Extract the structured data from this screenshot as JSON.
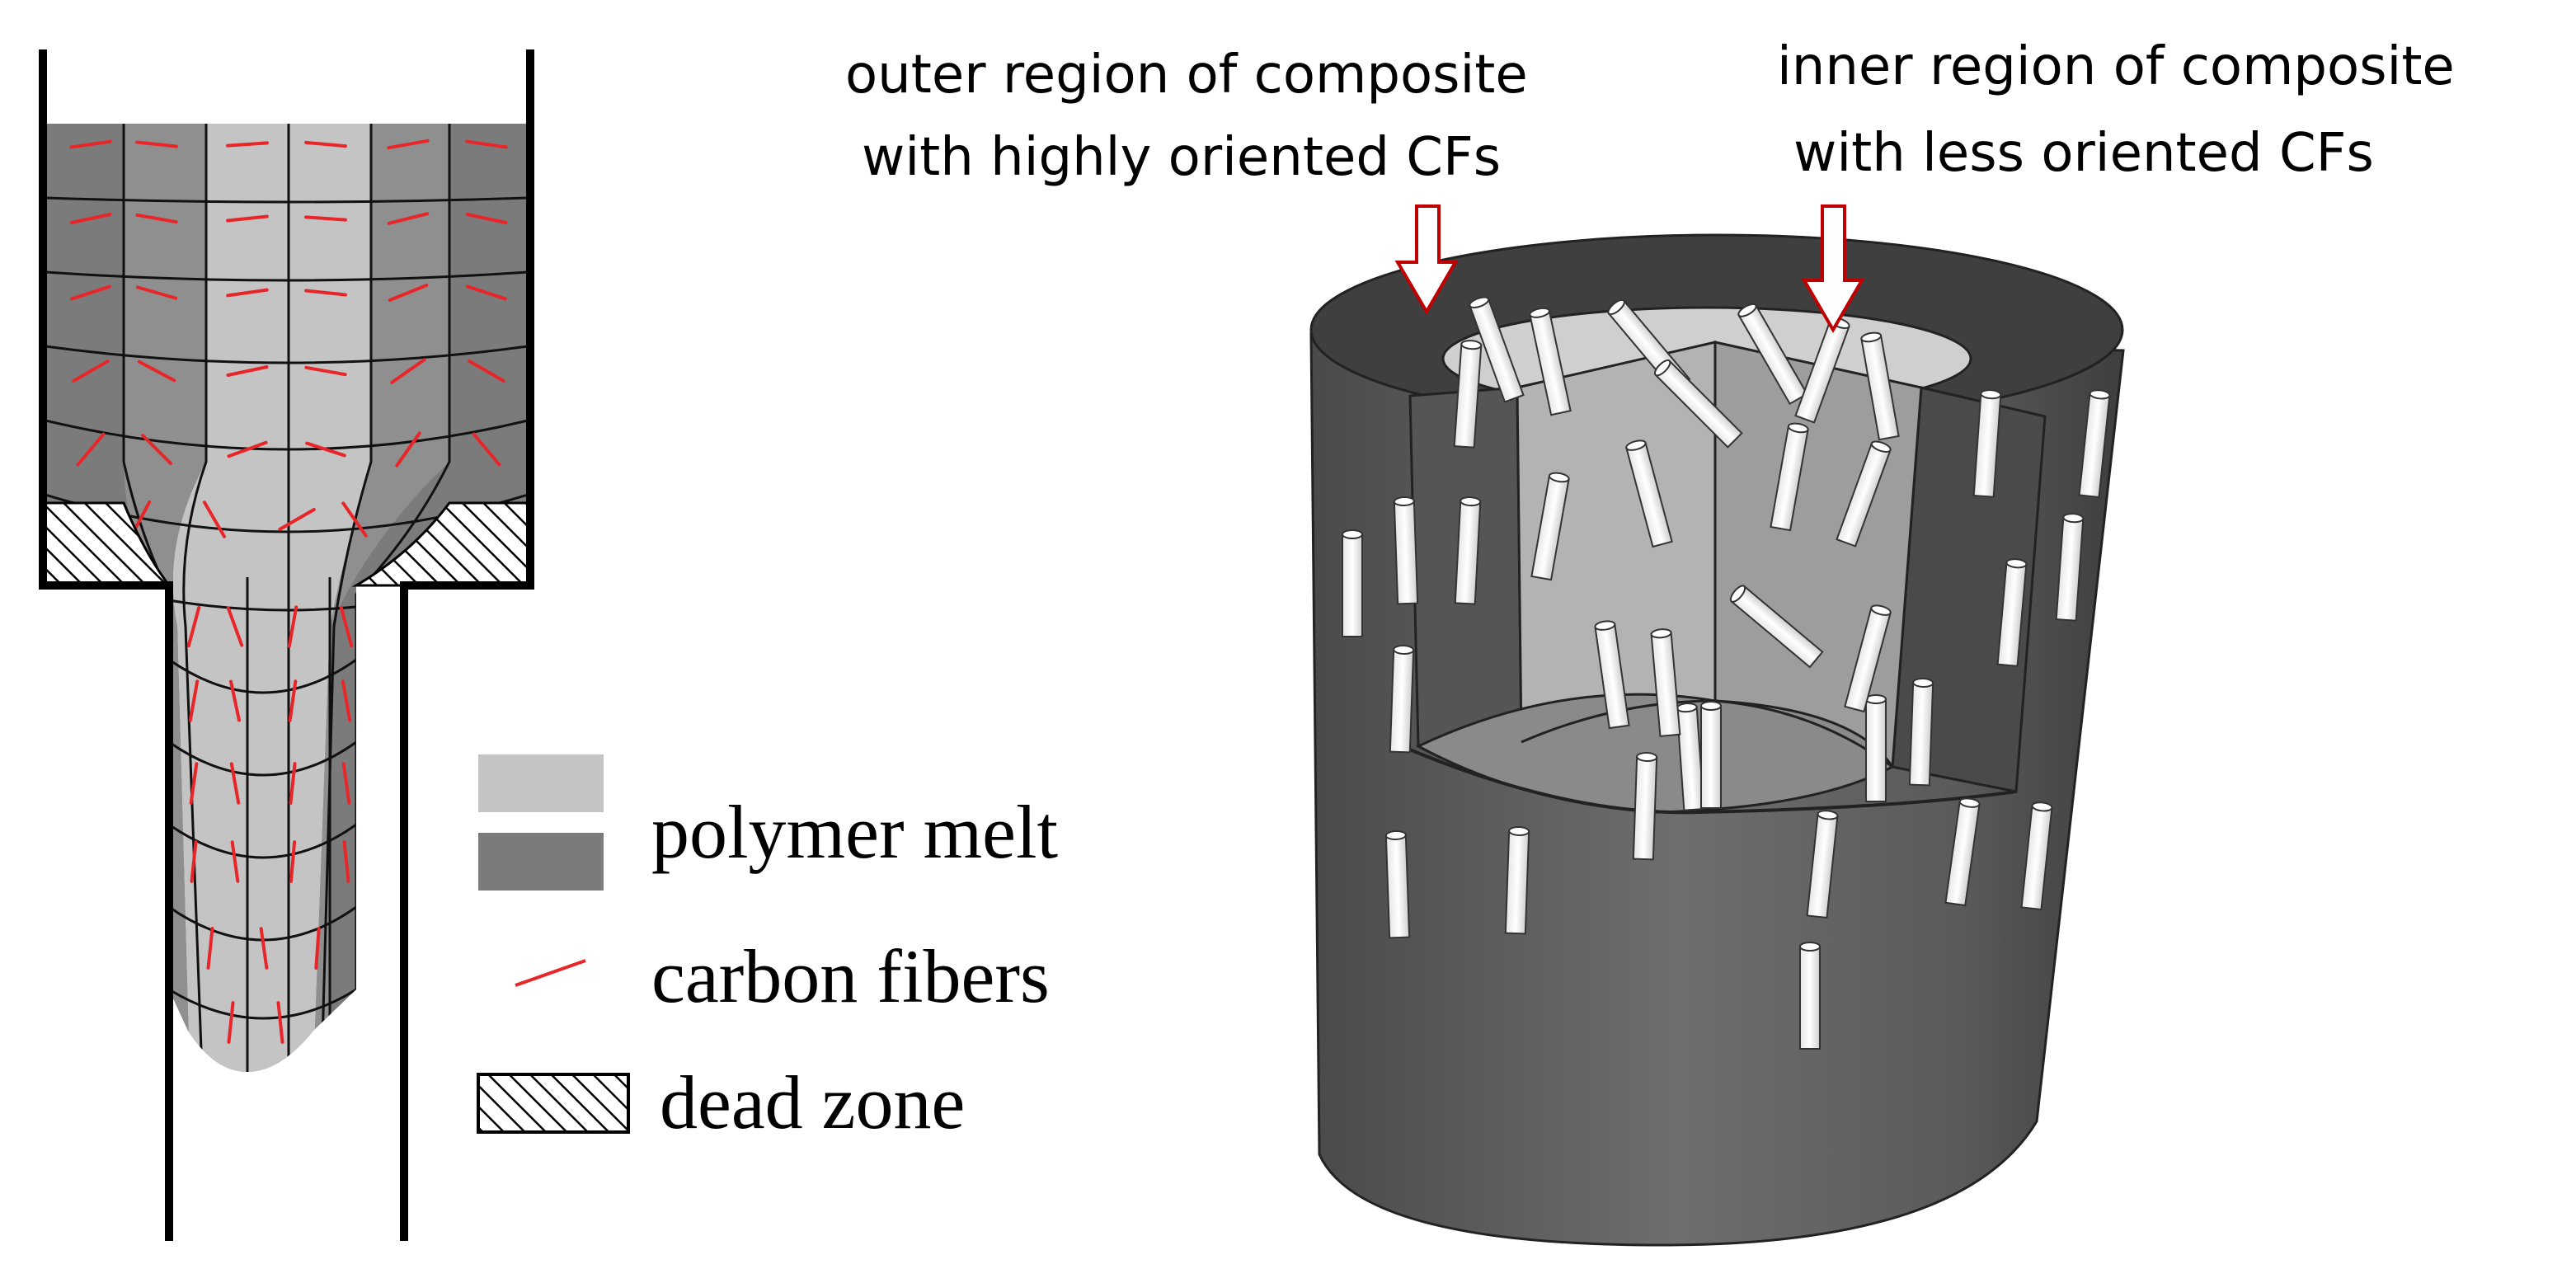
{
  "annotations": {
    "outer_line1": "outer region of composite",
    "outer_line2": "with highly oriented CFs",
    "inner_line1": "inner region of composite",
    "inner_line2": "with less oriented CFs"
  },
  "legend": {
    "polymer_melt": "polymer melt",
    "carbon_fibers": "carbon fibers",
    "dead_zone": "dead zone"
  },
  "colors": {
    "melt_light": "#c4c4c4",
    "melt_dark": "#7b7b7b",
    "fiber": "#e8262a",
    "arrow": "#c00000",
    "wall": "#000000",
    "cylinder": "#5e5e5e"
  }
}
